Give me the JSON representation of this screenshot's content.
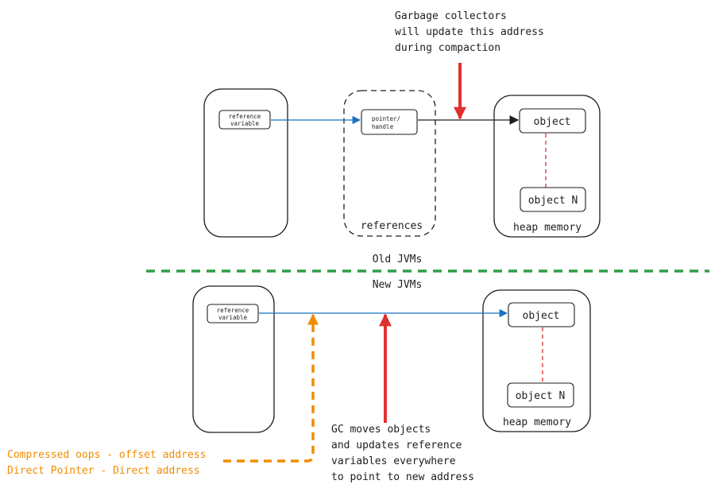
{
  "old": {
    "reference_variable": [
      "reference",
      "variable"
    ],
    "pointer_handle": [
      "pointer/",
      "handle"
    ],
    "references_label": "references",
    "object_label": "object",
    "object_n_label": "object N",
    "heap_label": "heap memory",
    "gc_note": [
      "Garbage collectors",
      "will update this address",
      "during compaction"
    ]
  },
  "divider": {
    "old_label": "Old JVMs",
    "new_label": "New JVMs"
  },
  "new": {
    "reference_variable": [
      "reference",
      "variable"
    ],
    "object_label": "object",
    "object_n_label": "object N",
    "heap_label": "heap memory",
    "gc_note": [
      "GC moves objects",
      "and updates reference",
      "variables everywhere",
      "to point to new address"
    ],
    "pointer_note": [
      "Compressed oops - offset address",
      "Direct Pointer - Direct address"
    ]
  },
  "colors": {
    "blue_arrow": "#1971c2",
    "red_arrow": "#e03131",
    "orange": "#f08c00",
    "green_divider": "#2f9e44",
    "stroke": "#1e1e1e"
  }
}
